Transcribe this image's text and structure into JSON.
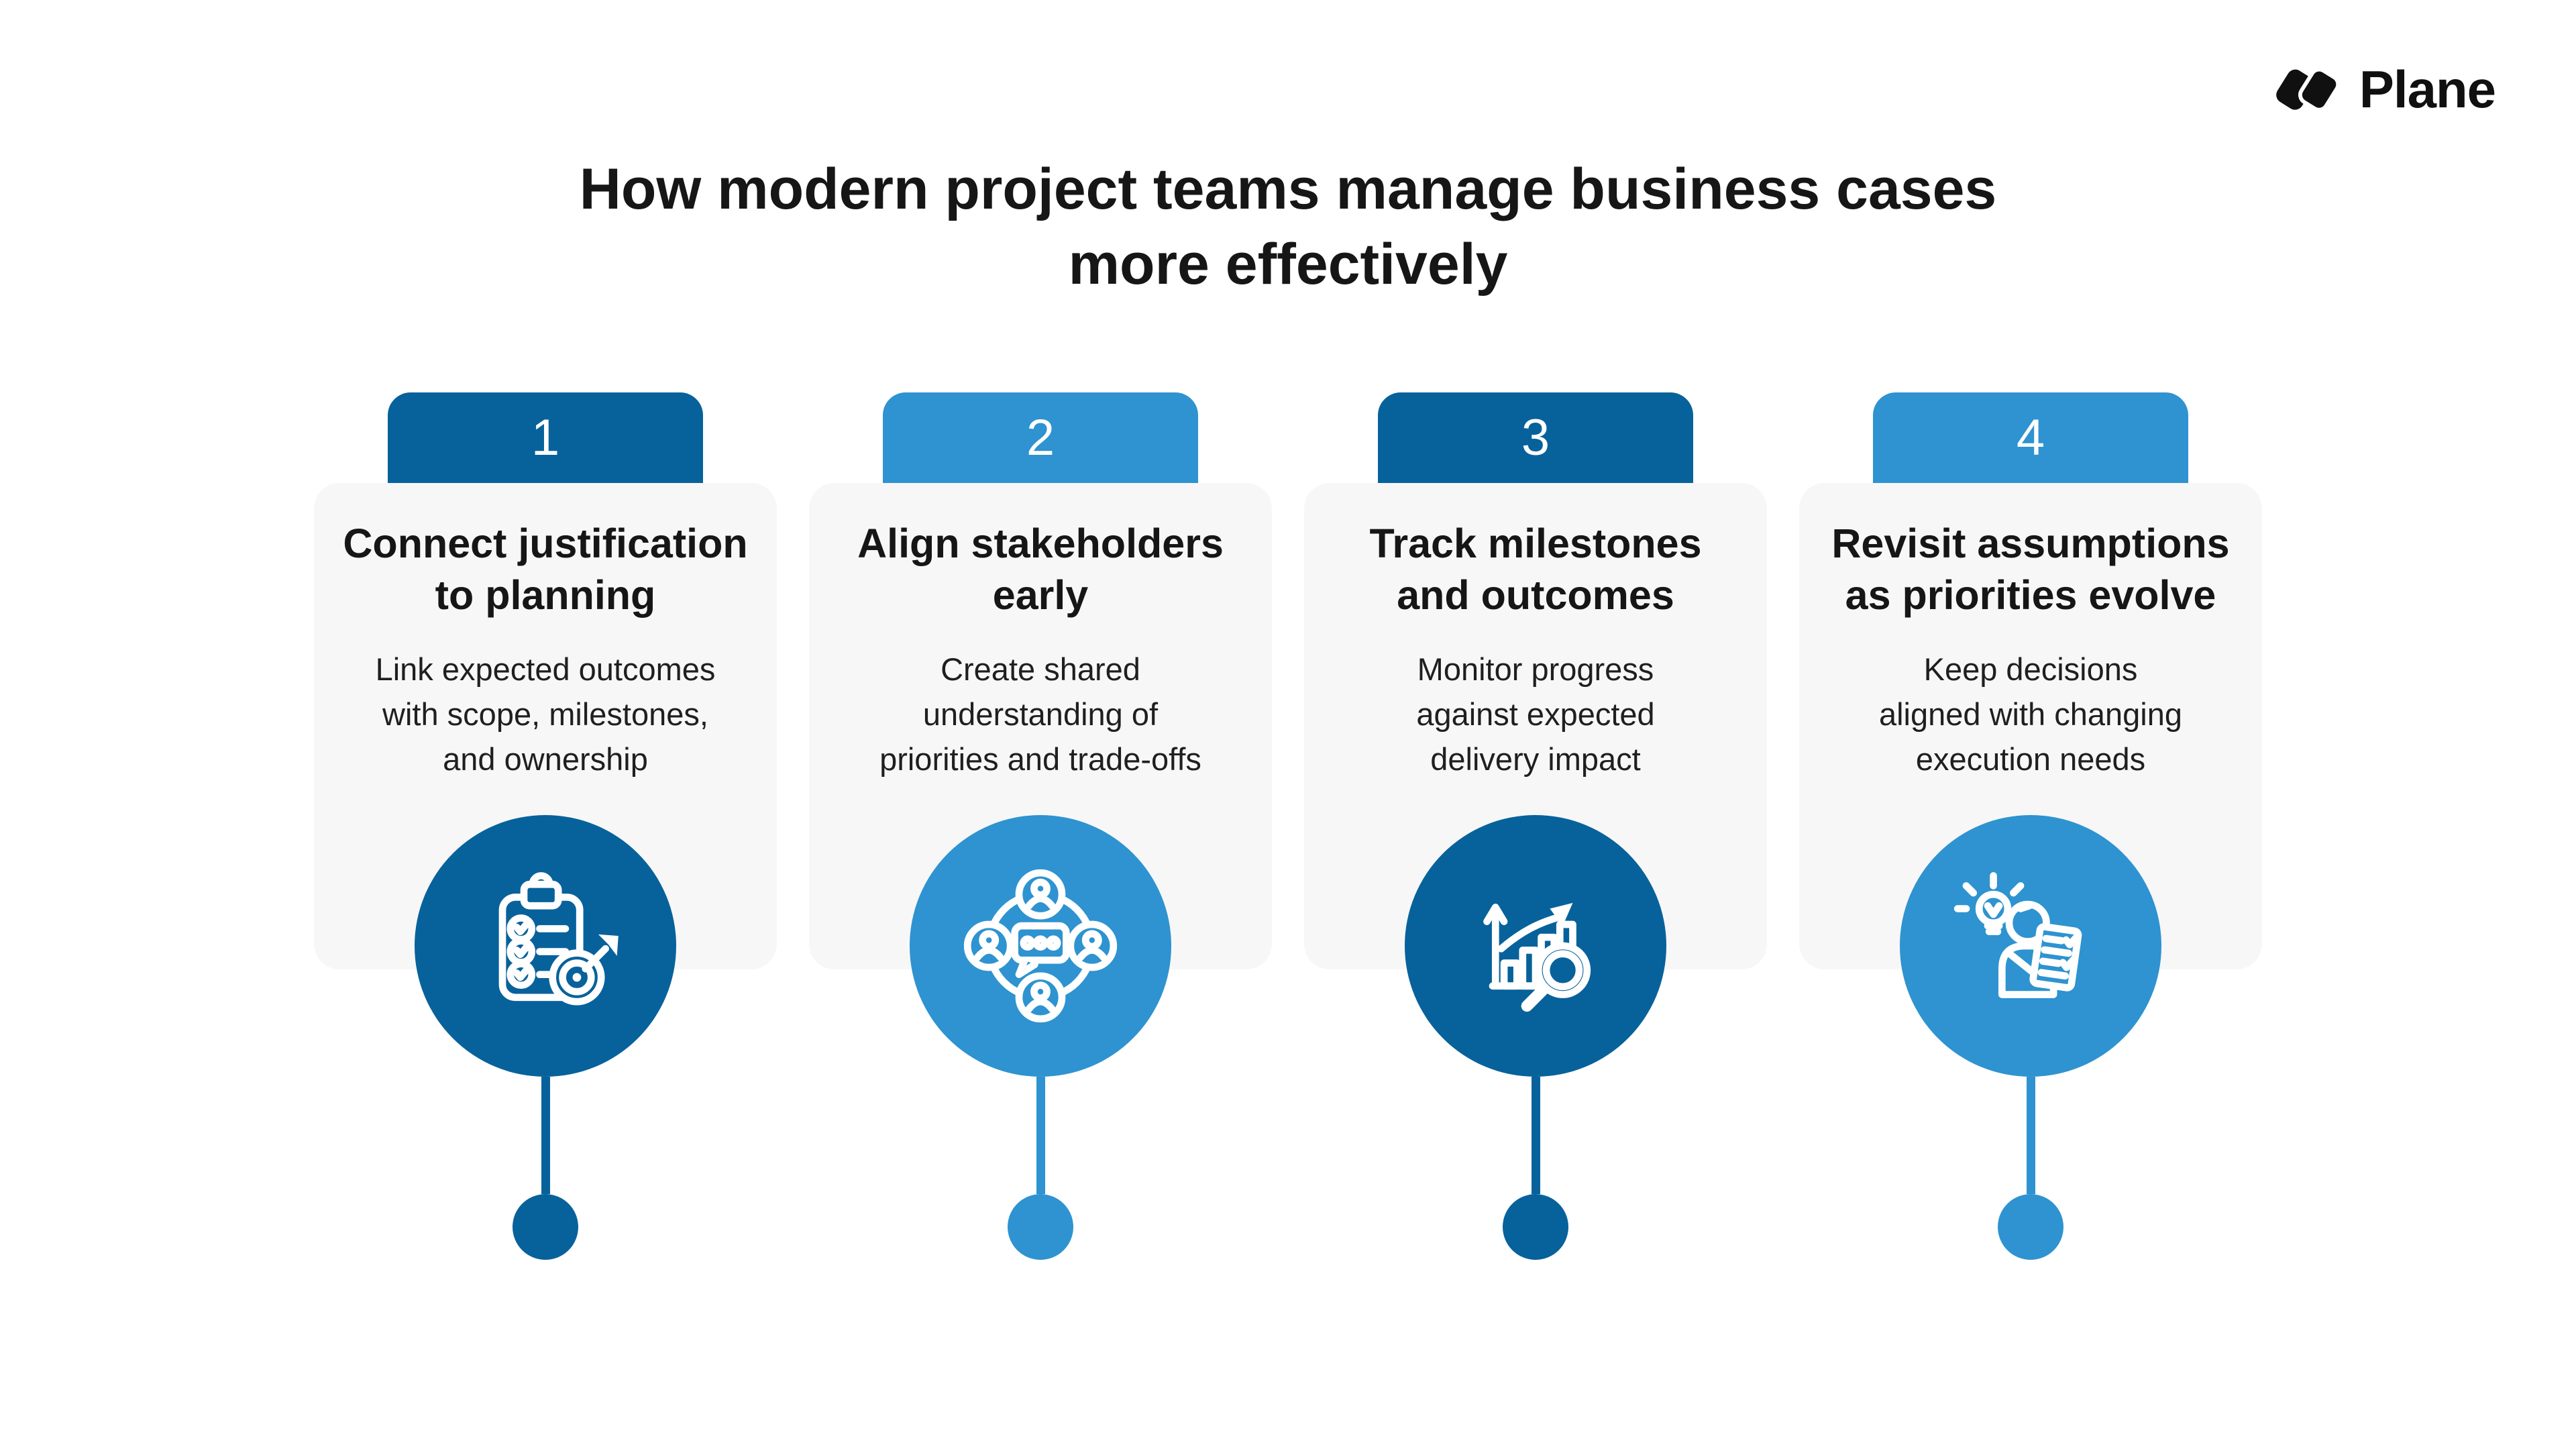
{
  "page": {
    "title": "How modern project teams manage business cases\nmore effectively"
  },
  "logo": {
    "text": "Plane",
    "icon": "plane-logo-mark"
  },
  "colors": {
    "dark_blue": "#07629B",
    "light_blue": "#2E93D0",
    "card_bg": "#F7F7F8",
    "text_dark": "#161616",
    "text_body": "#1F1F1F",
    "logo_black": "#101010"
  },
  "steps": [
    {
      "number": "1",
      "accent": "dark",
      "title": "Connect justification\nto planning",
      "description": "Link expected outcomes\nwith scope, milestones,\nand ownership",
      "icon": "clipboard-target-icon"
    },
    {
      "number": "2",
      "accent": "light",
      "title": "Align stakeholders\nearly",
      "description": "Create shared\nunderstanding of\npriorities and trade-offs",
      "icon": "stakeholders-chat-icon"
    },
    {
      "number": "3",
      "accent": "dark",
      "title": "Track milestones\nand outcomes",
      "description": "Monitor progress\nagainst expected\ndelivery impact",
      "icon": "chart-magnifier-icon"
    },
    {
      "number": "4",
      "accent": "light",
      "title": "Revisit assumptions\nas priorities evolve",
      "description": "Keep decisions\naligned with changing\nexecution needs",
      "icon": "person-checklist-idea-icon"
    }
  ]
}
